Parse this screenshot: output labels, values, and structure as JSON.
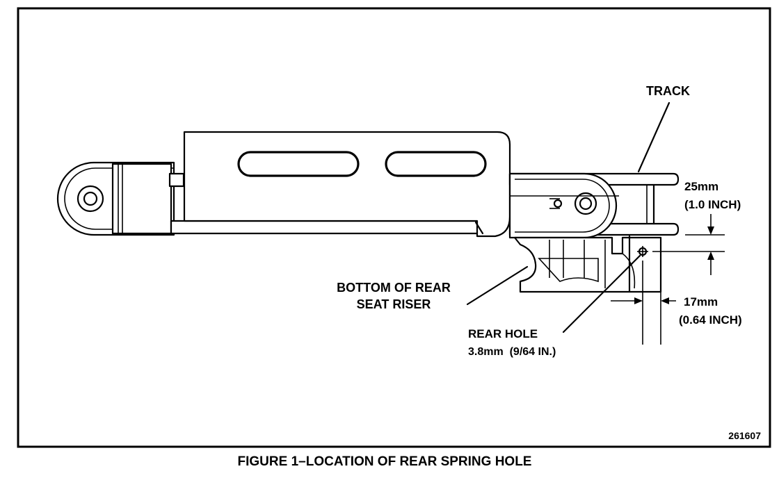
{
  "labels": {
    "track": "TRACK",
    "dim_vertical_metric": "25mm",
    "dim_vertical_imperial": "(1.0 INCH)",
    "dim_horizontal_metric": "17mm",
    "dim_horizontal_imperial": "(0.64 INCH)",
    "riser_line1": "BOTTOM OF REAR",
    "riser_line2": "SEAT RISER",
    "hole_line1": "REAR HOLE",
    "hole_line2": "3.8mm  (9/64 IN.)",
    "figure_number": "261607"
  },
  "caption": "FIGURE 1–LOCATION OF REAR SPRING HOLE"
}
